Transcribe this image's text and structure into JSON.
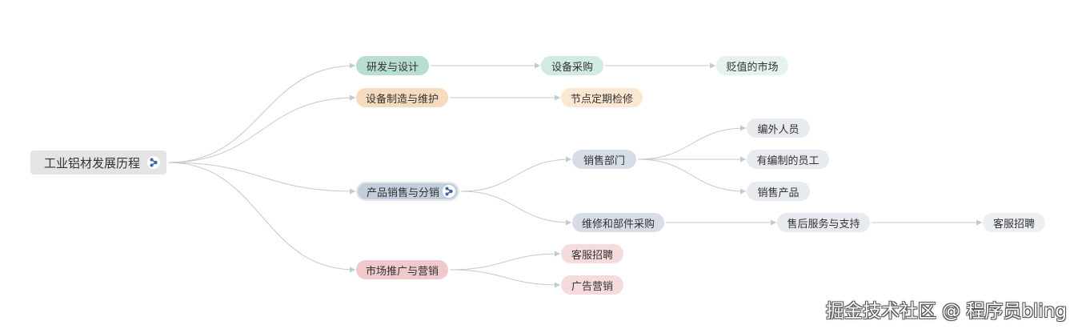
{
  "mindmap": {
    "connector_color": "#c3c8d1",
    "icon_color": "#3f63a8",
    "root": {
      "label": "工业铝材发展历程",
      "icon": "branch-icon",
      "color": "#e4e4e4"
    },
    "branches": [
      {
        "label": "研发与设计",
        "color": "#b8ddd3",
        "children": [
          {
            "label": "设备采购",
            "color": "#d1ebe4",
            "children": [
              {
                "label": "贬值的市场",
                "color": "#e5f2ee"
              }
            ]
          }
        ]
      },
      {
        "label": "设备制造与维护",
        "color": "#f6dbbe",
        "children": [
          {
            "label": "节点定期检修",
            "color": "#fbe8d3"
          }
        ]
      },
      {
        "label": "产品销售与分销",
        "color": "#c4cedb",
        "icon": "branch-icon",
        "children": [
          {
            "label": "销售部门",
            "color": "#d6dde7",
            "children": [
              {
                "label": "编外人员",
                "color": "#e7ebf0"
              },
              {
                "label": "有编制的员工",
                "color": "#e7ebf0"
              },
              {
                "label": "销售产品",
                "color": "#e7ebf0"
              }
            ]
          },
          {
            "label": "维修和部件采购",
            "color": "#d6dde7",
            "children": [
              {
                "label": "售后服务与支持",
                "color": "#e7ebf0",
                "children": [
                  {
                    "label": "客服招聘",
                    "color": "#edf0f3"
                  }
                ]
              }
            ]
          }
        ]
      },
      {
        "label": "市场推广与营销",
        "color": "#efc9cb",
        "children": [
          {
            "label": "客服招聘",
            "color": "#f5dbdc"
          },
          {
            "label": "广告营销",
            "color": "#f5dbdc"
          }
        ]
      }
    ]
  },
  "watermark": {
    "text": "掘金技术社区 @ 程序员bling"
  }
}
